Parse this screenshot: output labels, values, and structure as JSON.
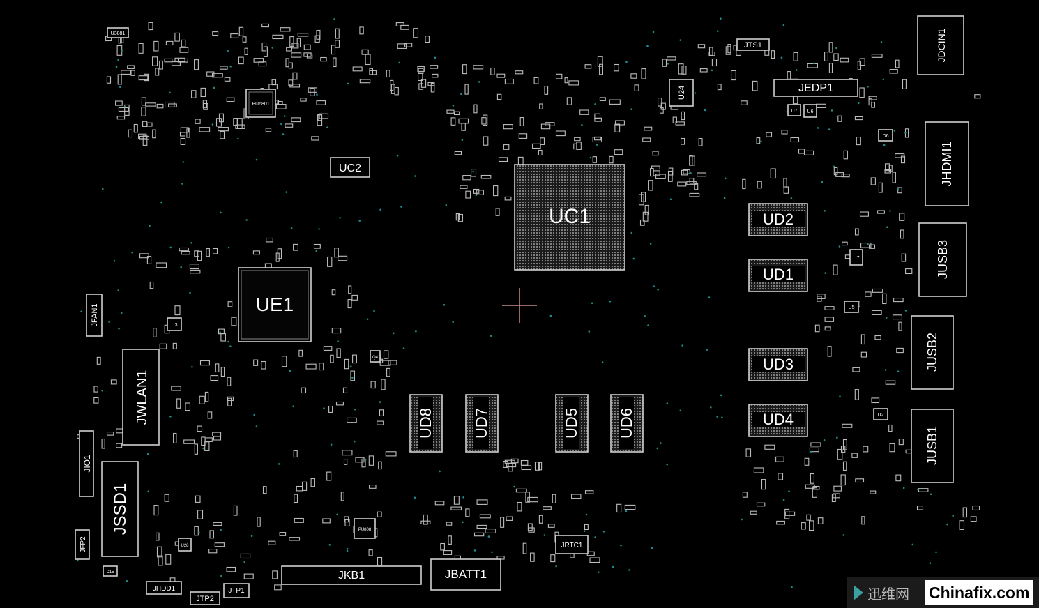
{
  "board": {
    "chips": [
      {
        "id": "UC1",
        "label": "UC1"
      },
      {
        "id": "UE1",
        "label": "UE1"
      },
      {
        "id": "UC2",
        "label": "UC2"
      },
      {
        "id": "UD2",
        "label": "UD2"
      },
      {
        "id": "UD1",
        "label": "UD1"
      },
      {
        "id": "UD3",
        "label": "UD3"
      },
      {
        "id": "UD4",
        "label": "UD4"
      },
      {
        "id": "UD8",
        "label": "UD8"
      },
      {
        "id": "UD7",
        "label": "UD7"
      },
      {
        "id": "UD5",
        "label": "UD5"
      },
      {
        "id": "UD6",
        "label": "UD6"
      }
    ],
    "connectors": [
      {
        "id": "JDCIN1",
        "label": "JDCIN1"
      },
      {
        "id": "JHDMI1",
        "label": "JHDMI1"
      },
      {
        "id": "JUSB3",
        "label": "JUSB3"
      },
      {
        "id": "JUSB2",
        "label": "JUSB2"
      },
      {
        "id": "JUSB1",
        "label": "JUSB1"
      },
      {
        "id": "JEDP1",
        "label": "JEDP1"
      },
      {
        "id": "JTS1",
        "label": "JTS1"
      },
      {
        "id": "JWLAN1",
        "label": "JWLAN1"
      },
      {
        "id": "JSSD1",
        "label": "JSSD1"
      },
      {
        "id": "JIO1",
        "label": "JIO1"
      },
      {
        "id": "JFAN1",
        "label": "JFAN1"
      },
      {
        "id": "JFP2",
        "label": "JFP2"
      },
      {
        "id": "JKB1",
        "label": "JKB1"
      },
      {
        "id": "JBATT1",
        "label": "JBATT1"
      },
      {
        "id": "JRTC1",
        "label": "JRTC1"
      },
      {
        "id": "JHDD1",
        "label": "JHDD1"
      },
      {
        "id": "JTP2",
        "label": "JTP2"
      },
      {
        "id": "JTP1",
        "label": "JTP1"
      }
    ],
    "small_labels": [
      {
        "id": "U3881",
        "label": "U3881"
      },
      {
        "id": "PU6801",
        "label": "PU6801"
      },
      {
        "id": "U24",
        "label": "U24"
      },
      {
        "id": "U7",
        "label": "U7"
      },
      {
        "id": "U5",
        "label": "U5"
      },
      {
        "id": "U2",
        "label": "U2"
      },
      {
        "id": "U6",
        "label": "U6"
      },
      {
        "id": "D7",
        "label": "D7"
      },
      {
        "id": "D6",
        "label": "D6"
      },
      {
        "id": "U3",
        "label": "U3"
      },
      {
        "id": "U28",
        "label": "U28"
      },
      {
        "id": "D15",
        "label": "D15"
      },
      {
        "id": "PU808",
        "label": "PU808"
      },
      {
        "id": "Q4",
        "label": "Q4"
      }
    ]
  },
  "watermark": {
    "cn": "迅维网",
    "en": "Chinafix.com"
  },
  "colors": {
    "background": "#000000",
    "outline": "#cfcfcf",
    "via": "#1f8a8a",
    "crosshair": "#c98a8a"
  }
}
